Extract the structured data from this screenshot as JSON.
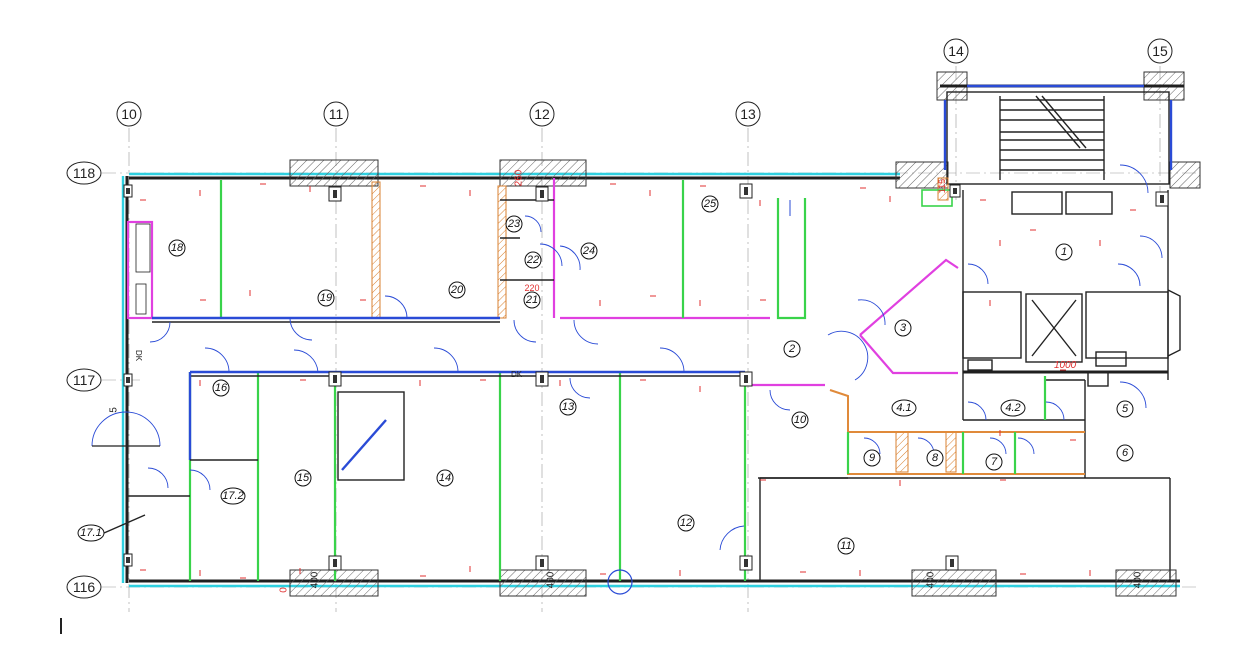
{
  "axes": {
    "vertical": [
      {
        "id": "ax-10",
        "label": "10"
      },
      {
        "id": "ax-11",
        "label": "11"
      },
      {
        "id": "ax-12",
        "label": "12"
      },
      {
        "id": "ax-13",
        "label": "13"
      },
      {
        "id": "ax-14",
        "label": "14"
      },
      {
        "id": "ax-15",
        "label": "15"
      }
    ],
    "horizontal": [
      {
        "id": "ax-118",
        "label": "118"
      },
      {
        "id": "ax-117",
        "label": "117"
      },
      {
        "id": "ax-116",
        "label": "116"
      }
    ]
  },
  "rooms": [
    {
      "id": "r1",
      "label": "1"
    },
    {
      "id": "r2",
      "label": "2"
    },
    {
      "id": "r3",
      "label": "3"
    },
    {
      "id": "r4-1",
      "label": "4.1"
    },
    {
      "id": "r4-2",
      "label": "4.2"
    },
    {
      "id": "r5",
      "label": "5"
    },
    {
      "id": "r6",
      "label": "6"
    },
    {
      "id": "r7",
      "label": "7"
    },
    {
      "id": "r8",
      "label": "8"
    },
    {
      "id": "r9",
      "label": "9"
    },
    {
      "id": "r10",
      "label": "10"
    },
    {
      "id": "r11",
      "label": "11"
    },
    {
      "id": "r12",
      "label": "12"
    },
    {
      "id": "r13",
      "label": "13"
    },
    {
      "id": "r14",
      "label": "14"
    },
    {
      "id": "r15",
      "label": "15"
    },
    {
      "id": "r16",
      "label": "16"
    },
    {
      "id": "r17-1",
      "label": "17.1"
    },
    {
      "id": "r17-2",
      "label": "17.2"
    },
    {
      "id": "r18",
      "label": "18"
    },
    {
      "id": "r19",
      "label": "19"
    },
    {
      "id": "r20",
      "label": "20"
    },
    {
      "id": "r21",
      "label": "21"
    },
    {
      "id": "r22",
      "label": "22"
    },
    {
      "id": "r23",
      "label": "23"
    },
    {
      "id": "r24",
      "label": "24"
    },
    {
      "id": "r25",
      "label": "25"
    }
  ],
  "dimensions": {
    "d400_a": "400",
    "d400_b": "400",
    "d400_c": "400",
    "d400_d": "400",
    "d260": "260",
    "d220": "220",
    "d115": "115",
    "d1000": "1000",
    "d5": "5",
    "dk_a": "DK",
    "dk_b": "DK",
    "d0": "0"
  },
  "colors": {
    "glass": "#2fd0e0",
    "partition": "#39d34a",
    "blue_wall": "#2a4bd6",
    "magenta": "#e040e0",
    "orange": "#e08a3a",
    "red_marks": "#e03030"
  }
}
